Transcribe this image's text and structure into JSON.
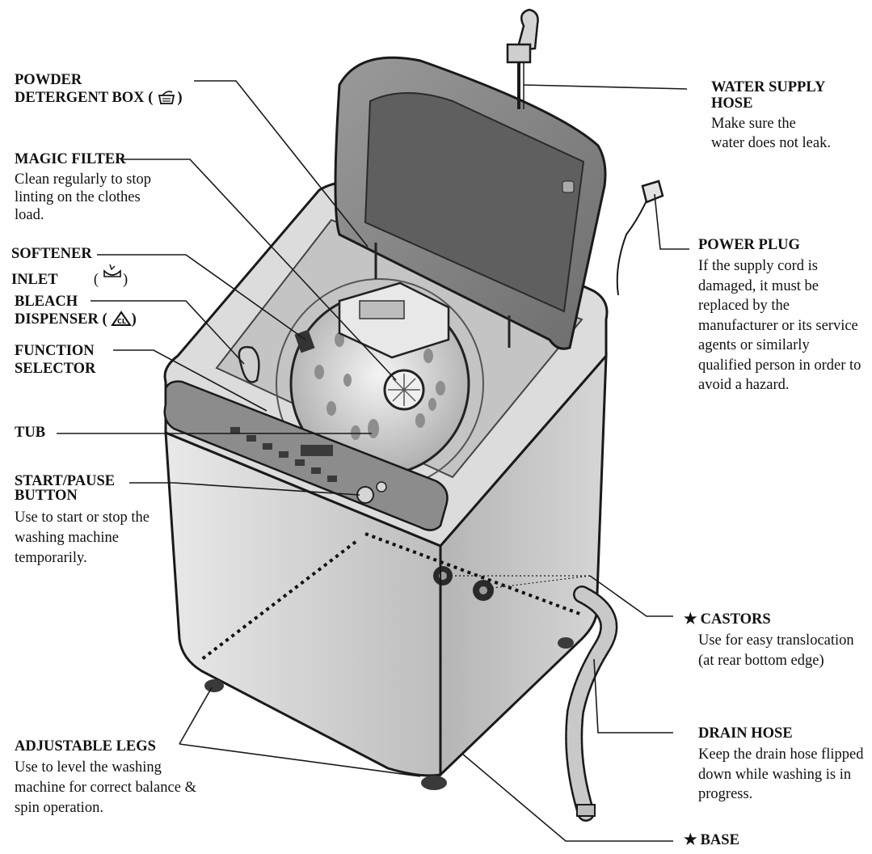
{
  "labels": {
    "powder_detergent_box": {
      "title_line1": "POWDER",
      "title_line2": "DETERGENT BOX",
      "icon": "detergent-box-icon"
    },
    "magic_filter": {
      "title": "MAGIC FILTER",
      "desc": "Clean regularly to stop linting on the clothes load."
    },
    "softener_inlet": {
      "title_line1": "SOFTENER",
      "title_line2": "INLET",
      "icon": "softener-icon"
    },
    "bleach_dispenser": {
      "title_line1": "BLEACH",
      "title_line2": "DISPENSER",
      "icon": "bleach-icon"
    },
    "function_selector": {
      "title_line1": "FUNCTION",
      "title_line2": "SELECTOR"
    },
    "tub": {
      "title": "TUB"
    },
    "start_pause_button": {
      "title_line1": "START/PAUSE",
      "title_line2": "BUTTON",
      "desc": "Use to start or stop the washing machine temporarily."
    },
    "adjustable_legs": {
      "title": "ADJUSTABLE LEGS",
      "desc": "Use to level the washing machine for correct balance & spin operation."
    },
    "water_supply_hose": {
      "title_line1": "WATER SUPPLY",
      "title_line2": "HOSE",
      "desc": "Make sure the water does not leak."
    },
    "power_plug": {
      "title": "POWER PLUG",
      "desc": "If the supply cord is damaged, it must be replaced by the manufacturer or its service agents or similarly qualified person in order to avoid a hazard."
    },
    "castors": {
      "star": "★",
      "title": "CASTORS",
      "desc": "Use for easy translocation (at rear bottom edge)"
    },
    "drain_hose": {
      "title": "DRAIN HOSE",
      "desc": "Keep the drain hose flipped down while washing is in progress."
    },
    "base": {
      "star": "★",
      "title": "BASE"
    }
  },
  "colors": {
    "outline": "#1a1a1a",
    "body_gray": "#cfcfcf",
    "panel_gray": "#8c8c8c",
    "lid_gray": "#7d7d7d"
  }
}
